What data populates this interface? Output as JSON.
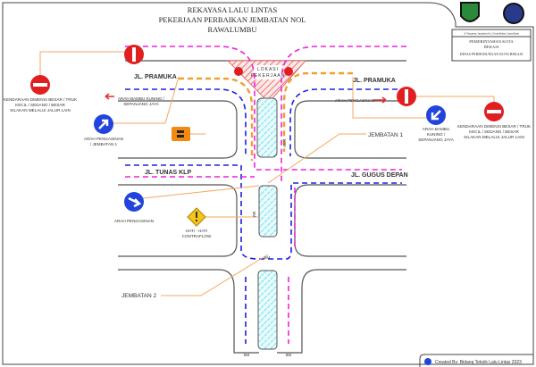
{
  "title": {
    "line1": "REKAYASA LALU LINTAS",
    "line2": "PEKERJAAN PERBAIKAN JEMBATAN NOL",
    "line3": "RAWALUMBU"
  },
  "info_box": {
    "address": "Jl. Pangeran Jayakarta No.1 Kota Bekasi, Jawa Barat",
    "org1": "PEMERINTAHAN KOTA",
    "org2": "BEKASI",
    "org3": "DINAS PERHUBUNGAN KOTA BEKASI"
  },
  "roads": {
    "pramuka_left": "JL. PRAMUKA",
    "pramuka_right": "JL. PRAMUKA",
    "tunas_klp": "JL. TUNAS KLP",
    "gugus_depan": "JL. GUGUS DEPAN"
  },
  "work_zone": {
    "label1": "LOKASI",
    "label2": "PEKERJAAN"
  },
  "notes": {
    "no_entry_left": [
      "KENDARAAN DIMENSI BESAR / TRUK",
      "KECIL / SEDANG / BESAR",
      "SILAKAN MELALUI JALUR LAIN"
    ],
    "no_entry_right": [
      "KENDARAAN DIMENSI BESAR / TRUK",
      "KECIL / SEDANG / BESAR",
      "SILAKAN MELALUI JALUR LAIN"
    ],
    "arah_bambu_left": [
      "ARAH BAMBU KUNING /",
      "SEPANJANG JAYA"
    ],
    "arah_pengasinan_j1": [
      "ARAH PENGASINAN",
      "/ JEMBATAN 1"
    ],
    "arah_pengasinan_top": "ARAH PENGASINAN",
    "arah_bambu_right": [
      "ARAH BAMBU",
      "KUNING /",
      "SEPANJANG JAYA"
    ],
    "arah_pengasinan_mid": "ARAH PENGASINAN",
    "contraflow": [
      "HATI - HATI",
      "CONTRAFLOW"
    ],
    "jembatan1": "JEMBATAN 1",
    "jembatan2": "JEMBATAN 2"
  },
  "dimensions": {
    "d1": "10M",
    "d2": "6M",
    "d3": "6M",
    "d4": "6M",
    "d5": "6M"
  },
  "footer": "Created By: Bidang Teknik Lalu Lintas 2023",
  "colors": {
    "blue": "#1e1ee0",
    "magenta": "#ee22dd",
    "orange": "#f0a030",
    "red": "#e02020",
    "cyan": "#8ee8f0"
  }
}
